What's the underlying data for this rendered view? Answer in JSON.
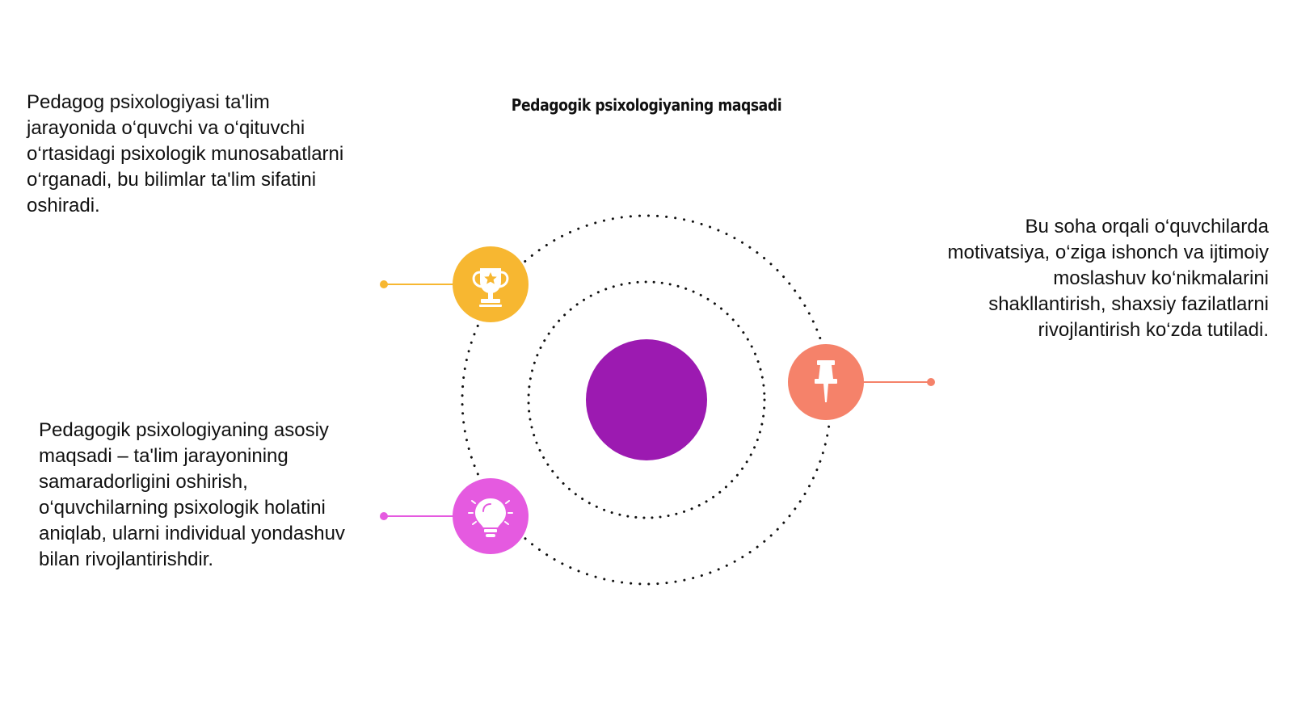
{
  "title": "Pedagogik psixologiyaning maqsadi",
  "texts": {
    "top_left": "Pedagog psixologiyasi ta'lim jarayonida o‘quvchi va o‘qituvchi o‘rtasidagi psixologik munosabatlarni o‘rganadi, bu bilimlar ta'lim sifatini oshiradi.",
    "right": "Bu soha orqali o‘quvchilarda motivatsiya, o‘ziga ishonch va ijtimoiy moslashuv ko‘nikmalarini shakllantirish, shaxsiy fazilatlarni rivojlantirish ko‘zda tutiladi.",
    "bottom_left": "Pedagogik psixologiyaning asosiy maqsadi – ta'lim jarayonining samaradorligini oshirish, o‘quvchilarning psixologik holatini aniqlab, ularni individual yondashuv bilan rivojlantirishdir."
  },
  "nodes": [
    {
      "icon": "trophy-icon",
      "color": "#F7B731"
    },
    {
      "icon": "pushpin-icon",
      "color": "#F5826A"
    },
    {
      "icon": "lightbulb-icon",
      "color": "#E55AE0"
    }
  ],
  "center": {
    "color": "#9C1AB1"
  }
}
